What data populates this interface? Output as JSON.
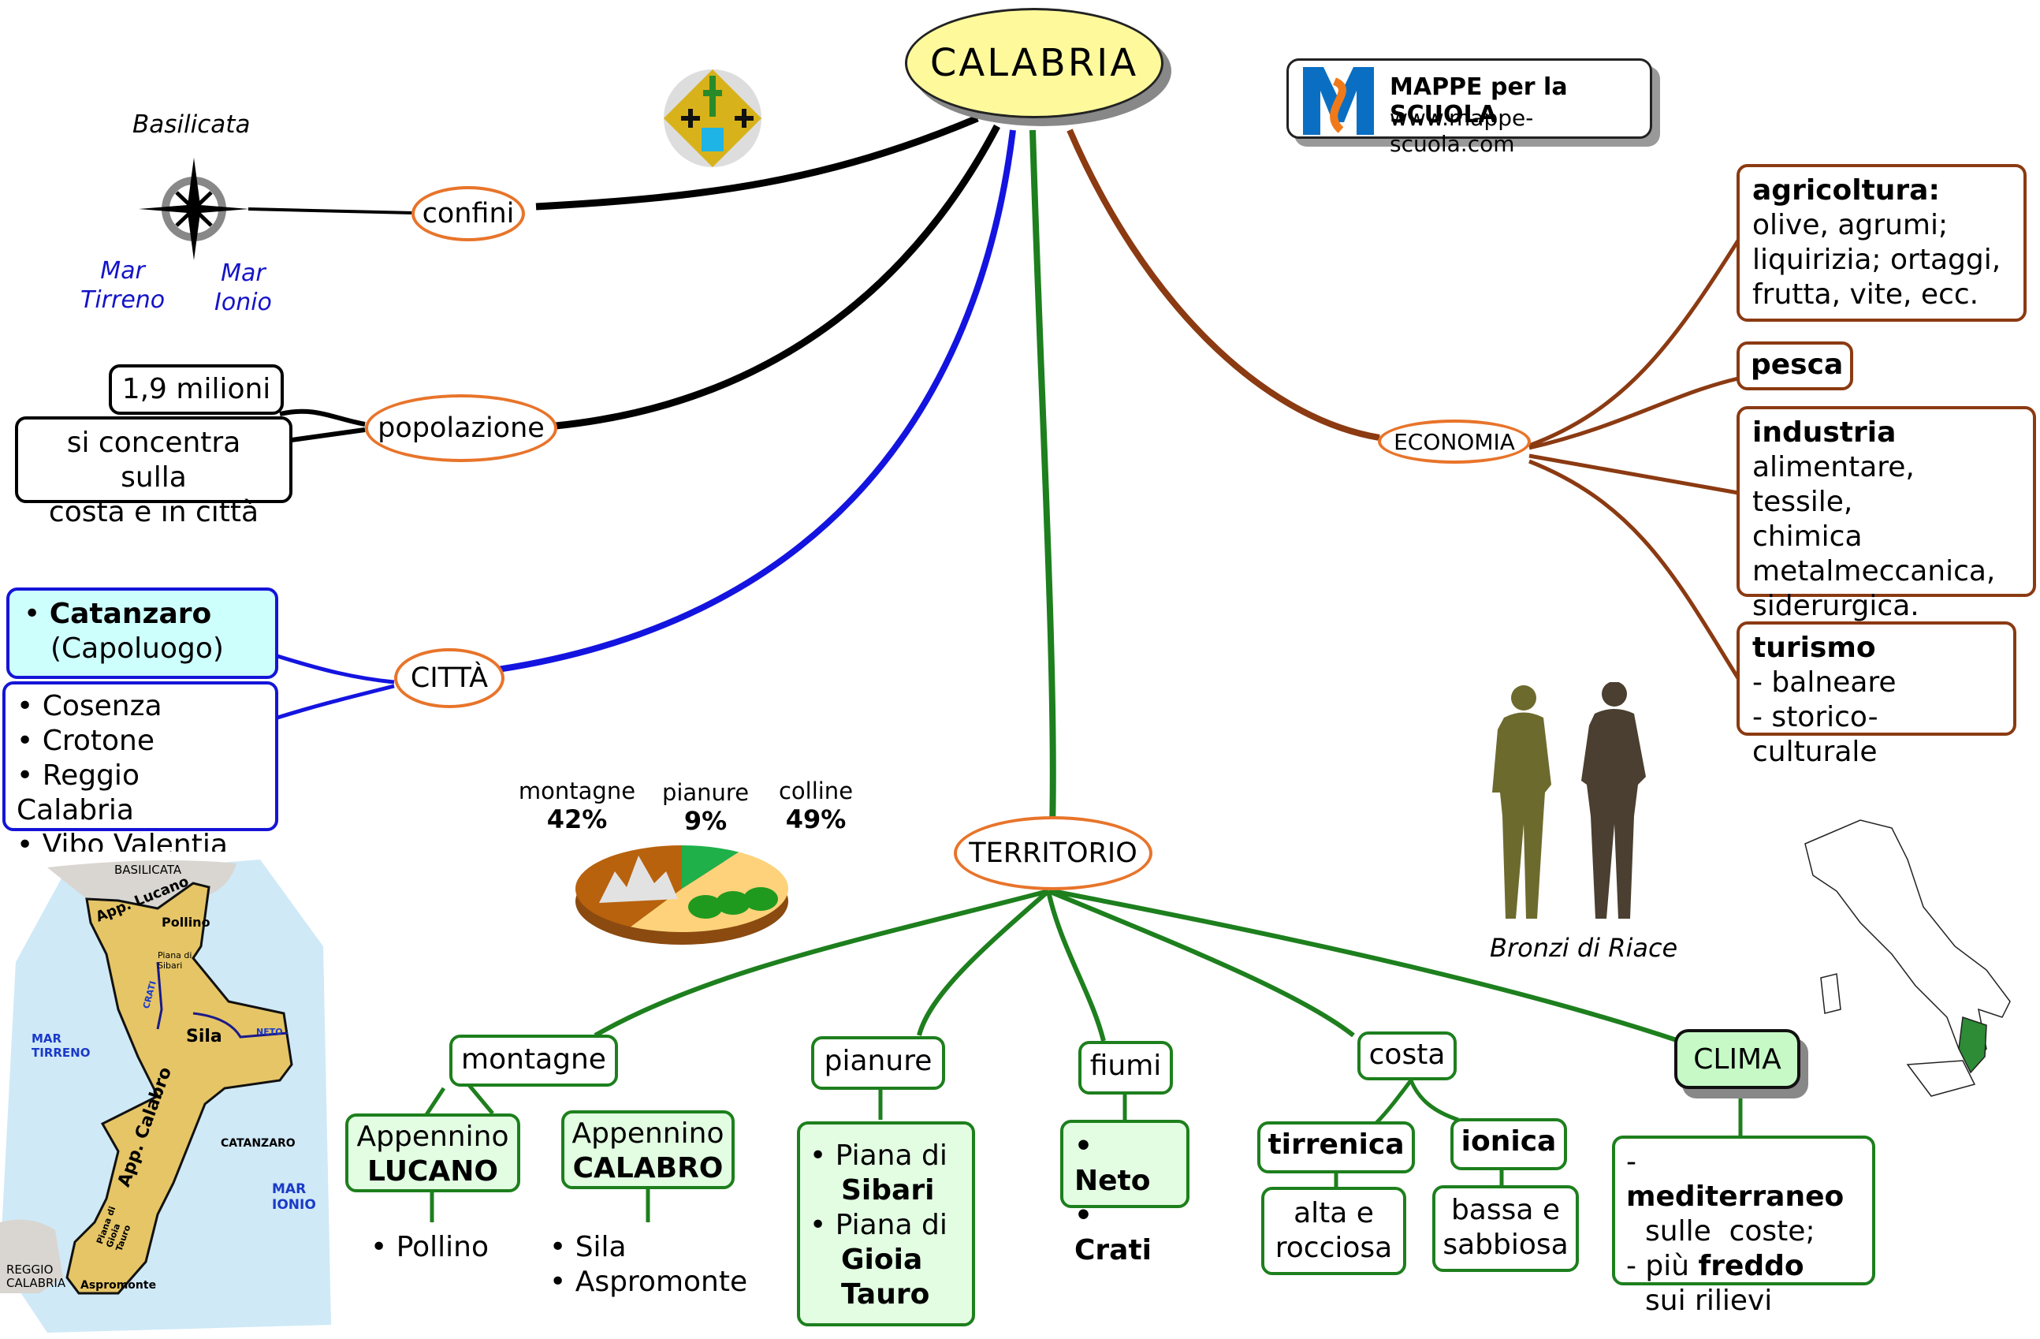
{
  "root": {
    "label": "CALABRIA"
  },
  "logo": {
    "title": "MAPPE per la SCUOLA",
    "url": "www.mappe-scuola.com",
    "colors": {
      "blue": "#0a6fc2",
      "orange": "#f07a1a"
    }
  },
  "confini": {
    "label": "confini",
    "north": "Basilicata",
    "west": [
      "Mar",
      "Tirreno"
    ],
    "east": [
      "Mar",
      "Ionio"
    ]
  },
  "popolazione": {
    "label": "popolazione",
    "items": [
      "1,9 milioni",
      "si concentra sulla",
      "costa e in città"
    ]
  },
  "citta": {
    "label": "CITTÀ",
    "capital": {
      "name": "Catanzaro",
      "note": "(Capoluogo)"
    },
    "others": [
      "Cosenza",
      "Crotone",
      "Reggio Calabria",
      "Vibo Valentia"
    ]
  },
  "economia": {
    "label": "ECONOMIA",
    "agricoltura": {
      "title": "agricoltura:",
      "lines": [
        "olive, agrumi;",
        "liquirizia; ortaggi,",
        "frutta, vite, ecc."
      ]
    },
    "pesca": {
      "title": "pesca"
    },
    "industria": {
      "title": "industria",
      "lines": [
        "alimentare, tessile,",
        "chimica",
        "metalmeccanica,",
        "siderurgica."
      ]
    },
    "turismo": {
      "title": "turismo",
      "lines": [
        "- balneare",
        "- storico-culturale"
      ]
    }
  },
  "territorio": {
    "label": "TERRITORIO",
    "montagne": {
      "label": "montagne",
      "lucano": {
        "line1": "Appennino",
        "line2": "LUCANO",
        "peaks": [
          "Pollino"
        ]
      },
      "calabro": {
        "line1": "Appennino",
        "line2": "CALABRO",
        "peaks": [
          "Sila",
          "Aspromonte"
        ]
      }
    },
    "pianure": {
      "label": "pianure",
      "items": [
        {
          "prefix": "Piana di",
          "name": "Sibari"
        },
        {
          "prefix": "Piana di",
          "name": "Gioia Tauro"
        }
      ]
    },
    "fiumi": {
      "label": "fiumi",
      "items": [
        "Neto",
        "Crati"
      ]
    },
    "costa": {
      "label": "costa",
      "tirrenica": {
        "title": "tirrenica",
        "desc": [
          "alta e",
          "rocciosa"
        ]
      },
      "ionica": {
        "title": "ionica",
        "desc": [
          "bassa e",
          "sabbiosa"
        ]
      }
    },
    "clima": {
      "label": "CLIMA",
      "line1_dash": "- ",
      "line1_bold": "mediterraneo",
      "line1b": "sulle  coste;",
      "line2_pre": "- più ",
      "line2_bold": "freddo",
      "line2b": "sui rilievi"
    }
  },
  "chart_data": {
    "type": "pie",
    "title": "",
    "categories": [
      "montagne",
      "pianure",
      "colline"
    ],
    "values": [
      42,
      9,
      49
    ],
    "labels": [
      "42%",
      "9%",
      "49%"
    ],
    "colors": [
      "#b8620e",
      "#1fb04a",
      "#fdd27a"
    ]
  },
  "bronzi": {
    "caption": "Bronzi di Riace"
  },
  "map": {
    "labels": {
      "basilicata": "BASILICATA",
      "lucano": "App. Lucano",
      "pollino": "Pollino",
      "sibari": "Piana di Sibari",
      "crati": "CRATI",
      "sila": "Sila",
      "neto": "NETO",
      "tirreno": [
        "MAR",
        "TIRRENO"
      ],
      "ionio": [
        "MAR",
        "IONIO"
      ],
      "catanzaro": "CATANZARO",
      "calabro": "App. Calabro",
      "gioia": "Piana di Gioia Tauro",
      "reggio": [
        "REGGIO",
        "CALABRIA"
      ],
      "aspromonte": "Aspromonte"
    }
  }
}
